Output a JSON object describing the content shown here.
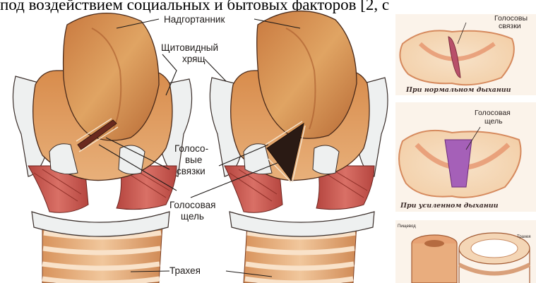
{
  "caption_fragment": "под воздействием социальных и бытовых факторов [2, с",
  "labels": {
    "epiglottis": "Надгортанник",
    "thyroid_cartilage_line1": "Щитовидный",
    "thyroid_cartilage_line2": "хрящ",
    "vocal_cords_line1": "Голосо-",
    "vocal_cords_line2": "вые",
    "vocal_cords_line3": "связки",
    "glottis_line1": "Голосовая",
    "glottis_line2": "щель",
    "trachea": "Трахея"
  },
  "panels": {
    "top": {
      "label_line1": "Голосовы",
      "label_line2": "связки",
      "caption": "При нормальном дыхании"
    },
    "middle": {
      "label_line1": "Голосовая",
      "label_line2": "щель",
      "caption": "При усиленном дыхании"
    },
    "bottom": {
      "label_left": "Пищевод",
      "label_right": "Трахея"
    }
  },
  "colors": {
    "larynx_fill": "#d9944f",
    "larynx_dark": "#a8552a",
    "muscle": "#c9584c",
    "cartilage": "#eef0f0",
    "outline": "#2e2320",
    "trachea_ring": "#e8b48a",
    "panel_glottis_normal": "#b8506a",
    "panel_glottis_wide": "#a560b8"
  }
}
